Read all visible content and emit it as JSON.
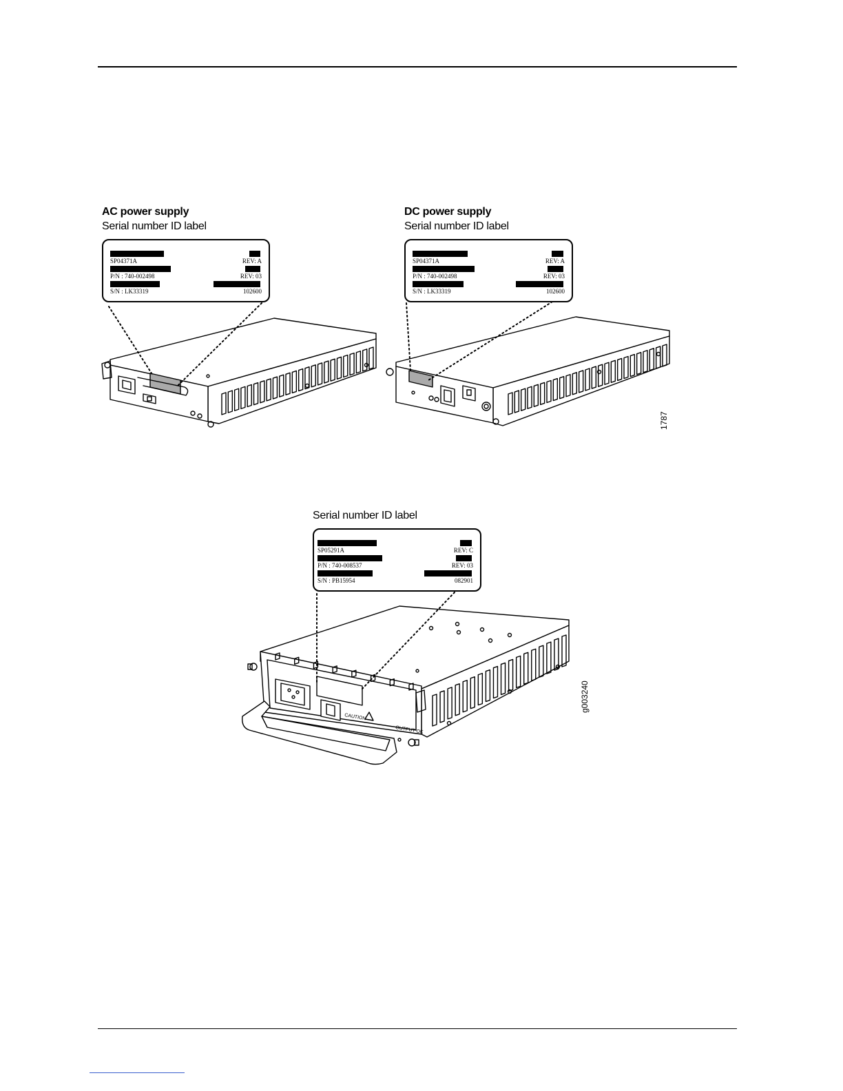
{
  "figure1": {
    "ac": {
      "heading": "AC power supply",
      "caption": "Serial number ID label",
      "label": {
        "model": "SP04371A",
        "rev1": "REV: A",
        "pn": "P/N : 740-002498",
        "rev2": "REV: 03",
        "sn": "S/N : LK33319",
        "date": "102600"
      }
    },
    "dc": {
      "heading": "DC power supply",
      "caption": "Serial number ID label",
      "label": {
        "model": "SP04371A",
        "rev1": "REV: A",
        "pn": "P/N : 740-002498",
        "rev2": "REV: 03",
        "sn": "S/N : LK33319",
        "date": "102600"
      }
    },
    "figure_id": "1787"
  },
  "figure2": {
    "caption": "Serial number ID label",
    "label": {
      "model": "SP05291A",
      "rev1": "REV: C",
      "pn": "P/N : 740-008537",
      "rev2": "REV: 03",
      "sn": "S/N : PB15954",
      "date": "082901"
    },
    "panel_caution": "CAUTION",
    "panel_output": "OUTPUT OK",
    "figure_id": "g003240"
  }
}
